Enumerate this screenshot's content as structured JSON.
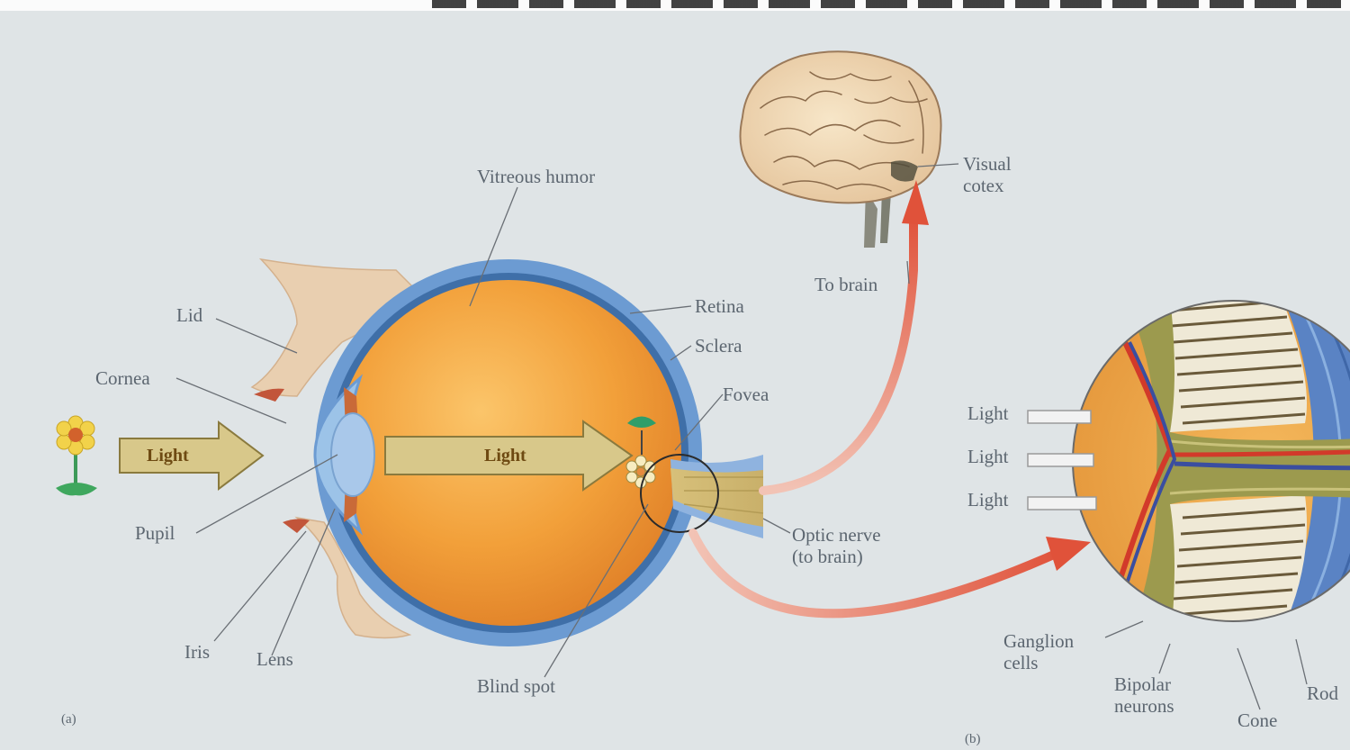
{
  "labels": {
    "vitreous": "Vitreous humor",
    "lid": "Lid",
    "cornea": "Cornea",
    "pupil": "Pupil",
    "iris": "Iris",
    "lens": "Lens",
    "retina": "Retina",
    "sclera": "Sclera",
    "fovea": "Fovea",
    "blind_spot": "Blind spot",
    "optic_nerve": "Optic nerve\n(to brain)",
    "to_brain": "To brain",
    "visual_cortex": "Visual\ncotex",
    "light_1": "Light",
    "light_2": "Light",
    "light_in_1": "Light",
    "light_in_2": "Light",
    "light_in_3": "Light",
    "ganglion": "Ganglion\ncells",
    "bipolar": "Bipolar\nneurons",
    "cone": "Cone",
    "rod": "Rod",
    "panel_a": "(a)",
    "panel_b": "(b)"
  },
  "colors": {
    "page": "#dfe4e6",
    "eyeball": "#f0a03a",
    "sclera": "#6c9bd2",
    "label": "#5c6670",
    "arrow_red": "#e0523a",
    "light_arrow": "#d8c88a"
  }
}
